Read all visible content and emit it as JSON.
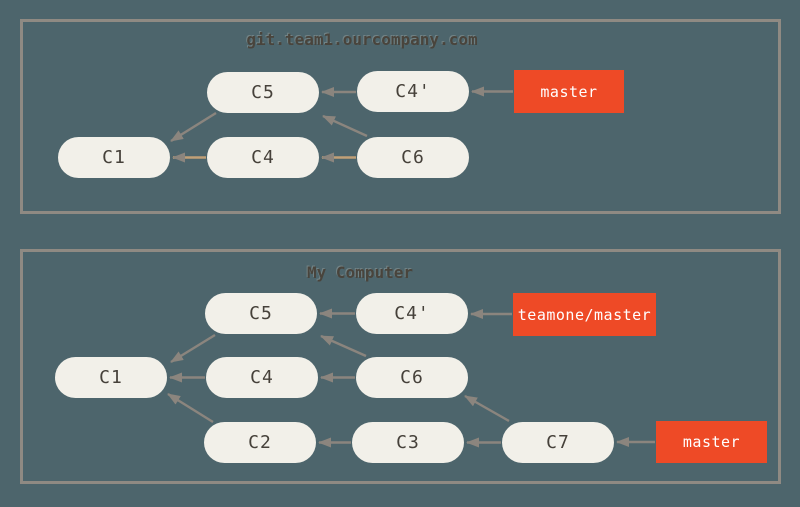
{
  "colors": {
    "background": "#4d656c",
    "border": "#8f8a83",
    "node_fill": "#f2f0e9",
    "node_text": "#46413a",
    "arrow": "#8b857e",
    "arrow_alt": "#c1a077",
    "branch_fill": "#ee4a26",
    "branch_text": "#ffffff",
    "title": "#49443c"
  },
  "panels": [
    {
      "title": "git.team1.ourcompany.com",
      "commits": [
        {
          "label": "C5"
        },
        {
          "label": "C4'"
        },
        {
          "label": "C1"
        },
        {
          "label": "C4"
        },
        {
          "label": "C6"
        }
      ],
      "branches": [
        {
          "label": "master"
        }
      ],
      "edges": [
        {
          "from": "master",
          "to": "C4'"
        },
        {
          "from": "C4'",
          "to": "C5"
        },
        {
          "from": "C5",
          "to": "C1"
        },
        {
          "from": "C4",
          "to": "C1"
        },
        {
          "from": "C6",
          "to": "C4"
        },
        {
          "from": "C6",
          "to": "C5"
        }
      ]
    },
    {
      "title": "My Computer",
      "commits": [
        {
          "label": "C5"
        },
        {
          "label": "C4'"
        },
        {
          "label": "C1"
        },
        {
          "label": "C4"
        },
        {
          "label": "C6"
        },
        {
          "label": "C2"
        },
        {
          "label": "C3"
        },
        {
          "label": "C7"
        }
      ],
      "branches": [
        {
          "label": "teamone/master"
        },
        {
          "label": "master"
        }
      ],
      "edges": [
        {
          "from": "teamone/master",
          "to": "C4'"
        },
        {
          "from": "C4'",
          "to": "C5"
        },
        {
          "from": "C5",
          "to": "C1"
        },
        {
          "from": "C4",
          "to": "C1"
        },
        {
          "from": "C6",
          "to": "C4"
        },
        {
          "from": "C6",
          "to": "C5"
        },
        {
          "from": "C2",
          "to": "C1"
        },
        {
          "from": "C3",
          "to": "C2"
        },
        {
          "from": "C7",
          "to": "C3"
        },
        {
          "from": "C7",
          "to": "C6"
        },
        {
          "from": "master",
          "to": "C7"
        }
      ]
    }
  ]
}
